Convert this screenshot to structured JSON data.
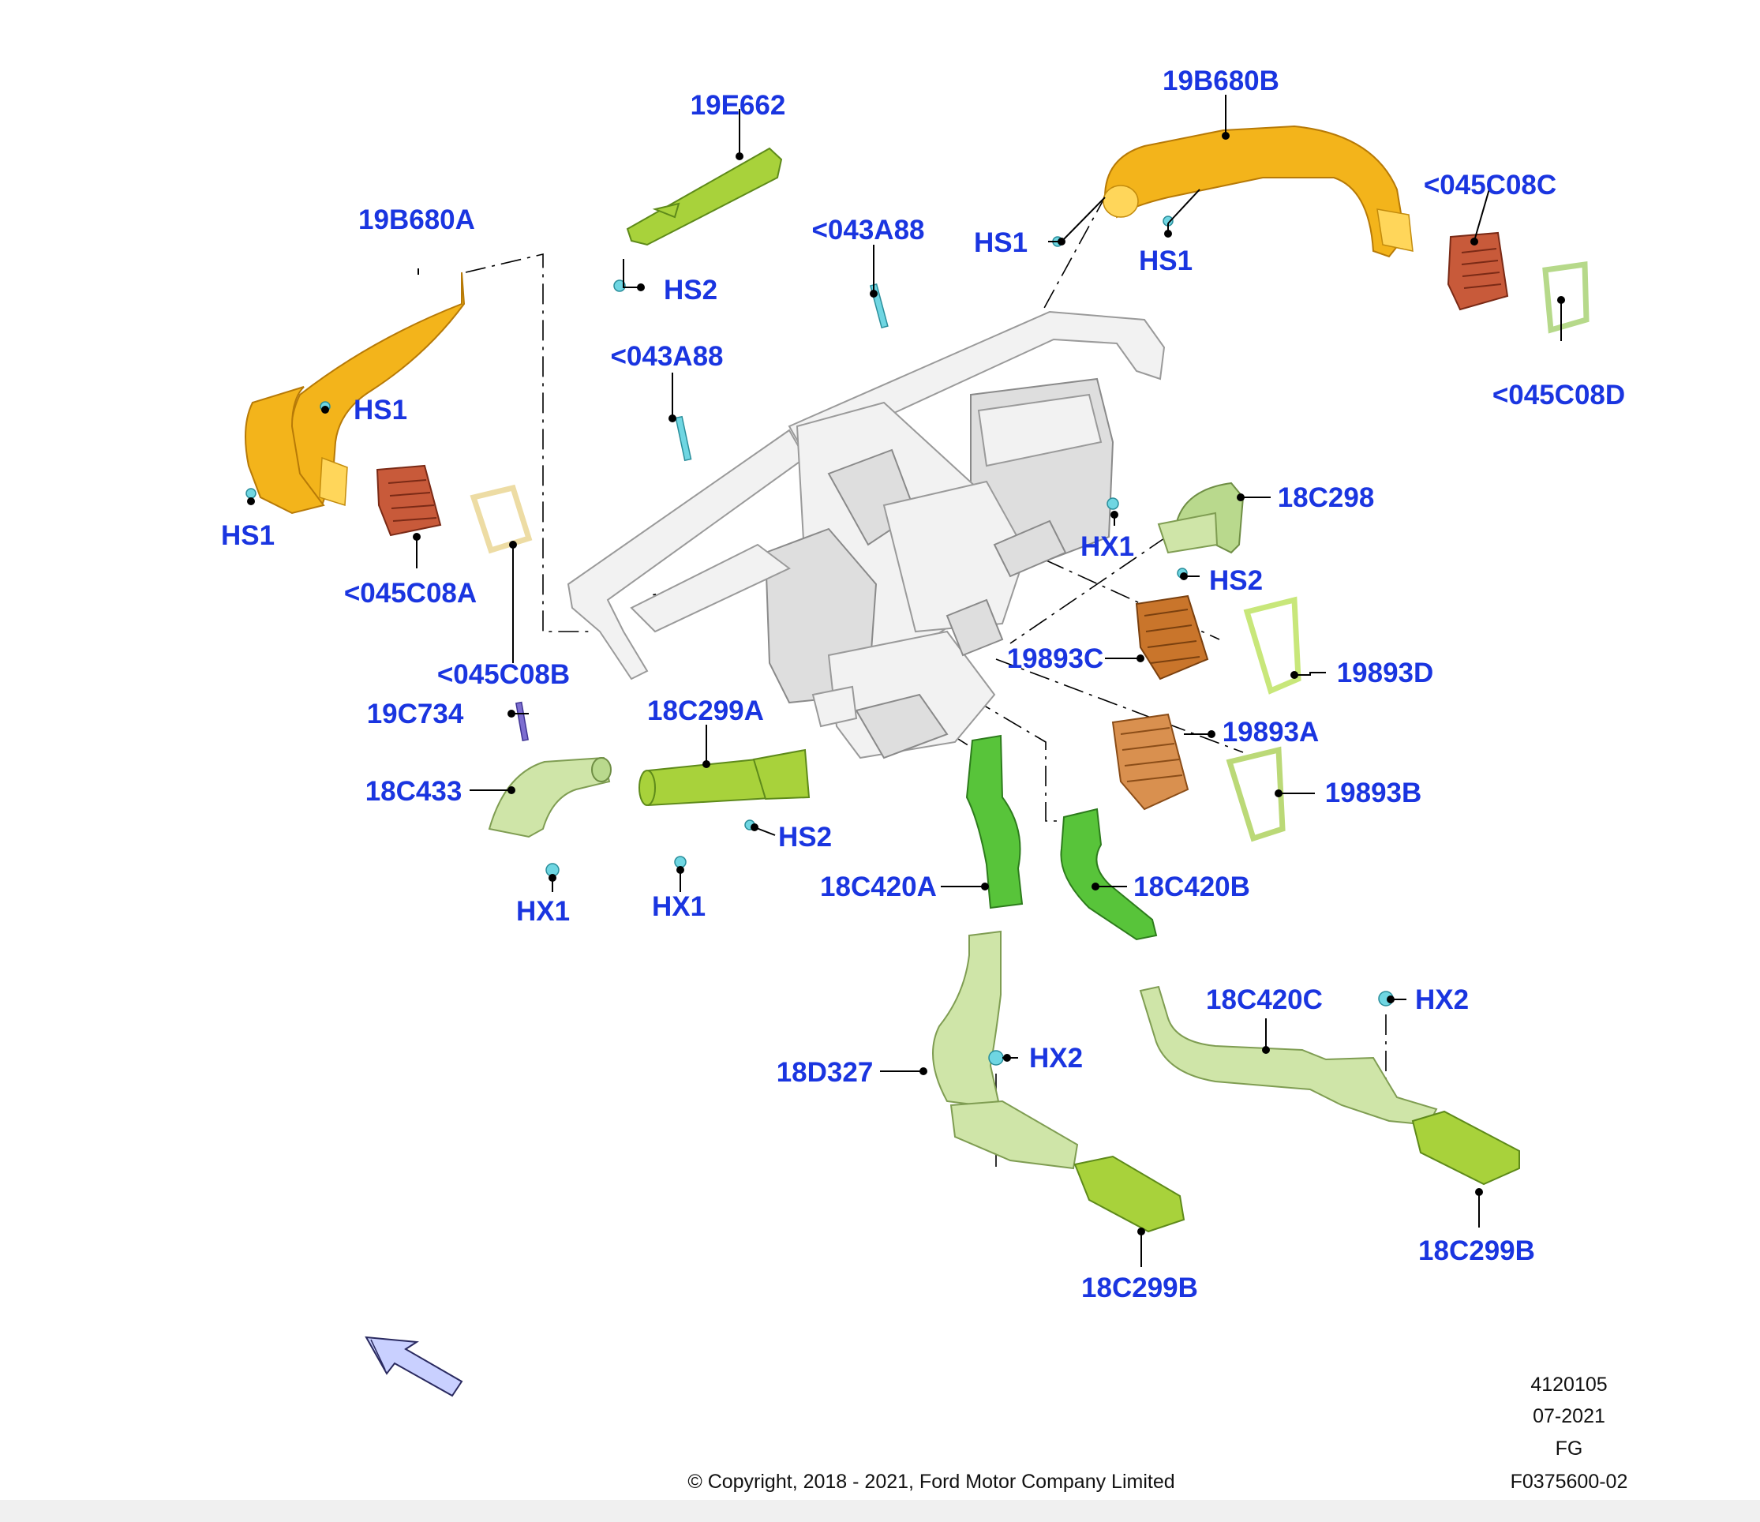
{
  "labels": {
    "p_19E662": "19E662",
    "p_19B680B": "19B680B",
    "p_045C08C": "<045C08C",
    "p_045C08D": "<045C08D",
    "p_19B680A": "19B680A",
    "p_043A88_top": "<043A88",
    "p_043A88_mid": "<043A88",
    "p_HS1_top_a": "HS1",
    "p_HS1_top_b": "HS1",
    "p_HS2_top": "HS2",
    "p_HS1_left_a": "HS1",
    "p_HS1_left_b": "HS1",
    "p_045C08A": "<045C08A",
    "p_045C08B": "<045C08B",
    "p_18C298": "18C298",
    "p_HX1_right": "HX1",
    "p_HS2_right": "HS2",
    "p_19893C": "19893C",
    "p_19893D": "19893D",
    "p_19893A": "19893A",
    "p_19893B": "19893B",
    "p_19C734": "19C734",
    "p_18C299A": "18C299A",
    "p_18C433": "18C433",
    "p_HS2_low": "HS2",
    "p_HX1_low_a": "HX1",
    "p_HX1_low_b": "HX1",
    "p_18C420A": "18C420A",
    "p_18C420B": "18C420B",
    "p_18C420C": "18C420C",
    "p_HX2_right": "HX2",
    "p_18D327": "18D327",
    "p_HX2_mid": "HX2",
    "p_18C299B_right": "18C299B",
    "p_18C299B_left": "18C299B"
  },
  "footer": {
    "copyright": "© Copyright, 2018 - 2021, Ford Motor Company Limited",
    "code1": "4120105",
    "date": "07-2021",
    "region": "FG",
    "figure": "F0375600-02"
  },
  "colors": {
    "label_blue": "#1a35e0",
    "duct_yellow": "#f3b41b",
    "vent_red": "#c85a3a",
    "vent_orange": "#c9752b",
    "duct_green": "#58c43a",
    "duct_lightgreen": "#cfe5a8",
    "clip_cyan": "#6fd6e2",
    "direction_arrow": "#c9d0ff"
  }
}
